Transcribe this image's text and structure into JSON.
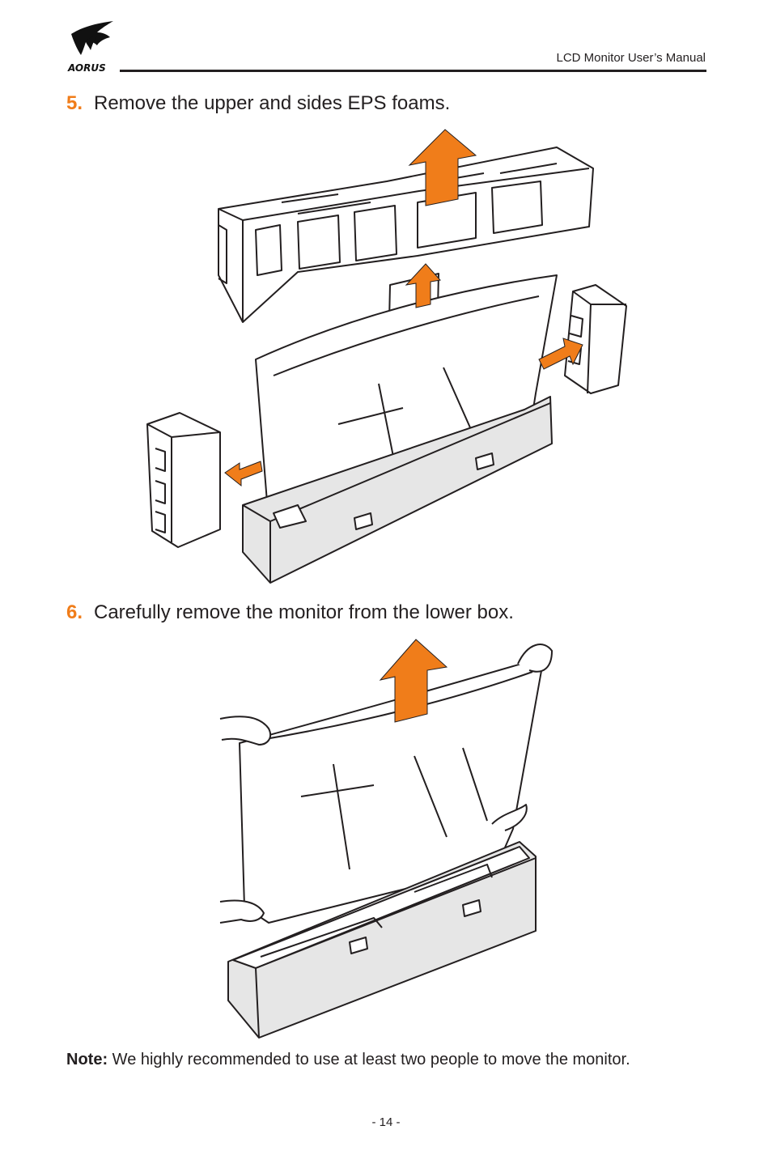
{
  "header": {
    "logo_icon": "aorus-eagle-logo",
    "logo_text": "AORUS",
    "title": "LCD Monitor User’s Manual"
  },
  "steps": [
    {
      "number": "5.",
      "text": "Remove the upper and sides EPS foams."
    },
    {
      "number": "6.",
      "text": "Carefully remove the monitor from the lower box."
    }
  ],
  "note": {
    "label": "Note:",
    "text": "We highly recommended to use at least two people to move the monitor."
  },
  "footer": {
    "page": "- 14 -"
  },
  "colors": {
    "accent": "#f07d1a",
    "text": "#231f20",
    "box_fill": "#e6e6e6"
  }
}
